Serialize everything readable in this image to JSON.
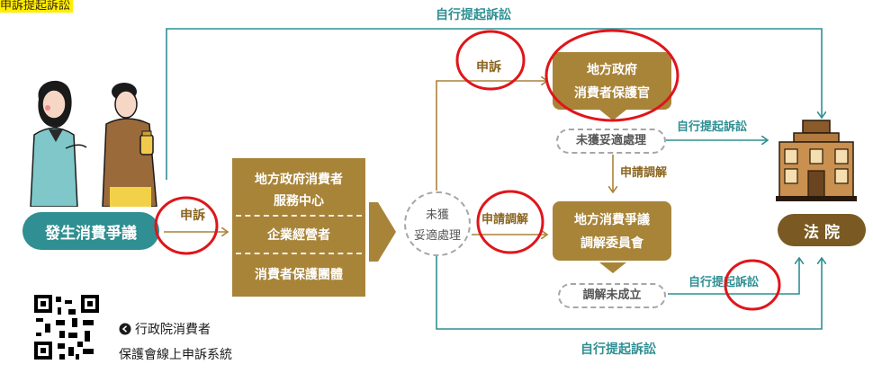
{
  "top_note": "申訴提起訴訟",
  "labels": {
    "top_lawsuit": "自行提起訴訟",
    "bottom_lawsuit": "自行提起訴訟",
    "right_mid_lawsuit": "自行提起訴訟",
    "right_bottom_lawsuit": "自行提起訴訟",
    "complaint_left": "申訴",
    "complaint_upper": "申訴",
    "apply_mediation_mid": "申請調解",
    "apply_mediation_right": "申請調解"
  },
  "dispute": {
    "label": "發生消費爭議"
  },
  "center_stack": {
    "item1_line1": "地方政府消費者",
    "item1_line2": "服務中心",
    "item2": "企業經營者",
    "item3": "消費者保護團體"
  },
  "not_handled_pill": {
    "line1": "未獲",
    "line2": "妥適處理"
  },
  "gov_officer": {
    "line1": "地方政府",
    "line2": "消費者保護官"
  },
  "not_handled_right": "未獲妥適處理",
  "mediation_committee": {
    "line1": "地方消費爭議",
    "line2": "調解委員會"
  },
  "mediation_failed": "調解未成立",
  "court": "法 院",
  "online_system": {
    "line1": "行政院消費者",
    "line2": "保護會線上申訴系統"
  },
  "colors": {
    "teal": "#2f8f92",
    "gold": "#a88439",
    "brown_text": "#8a6520",
    "highlight_red": "#e0151b",
    "court_bg": "#7a5a22",
    "dispute_bg": "#2f8f92"
  }
}
